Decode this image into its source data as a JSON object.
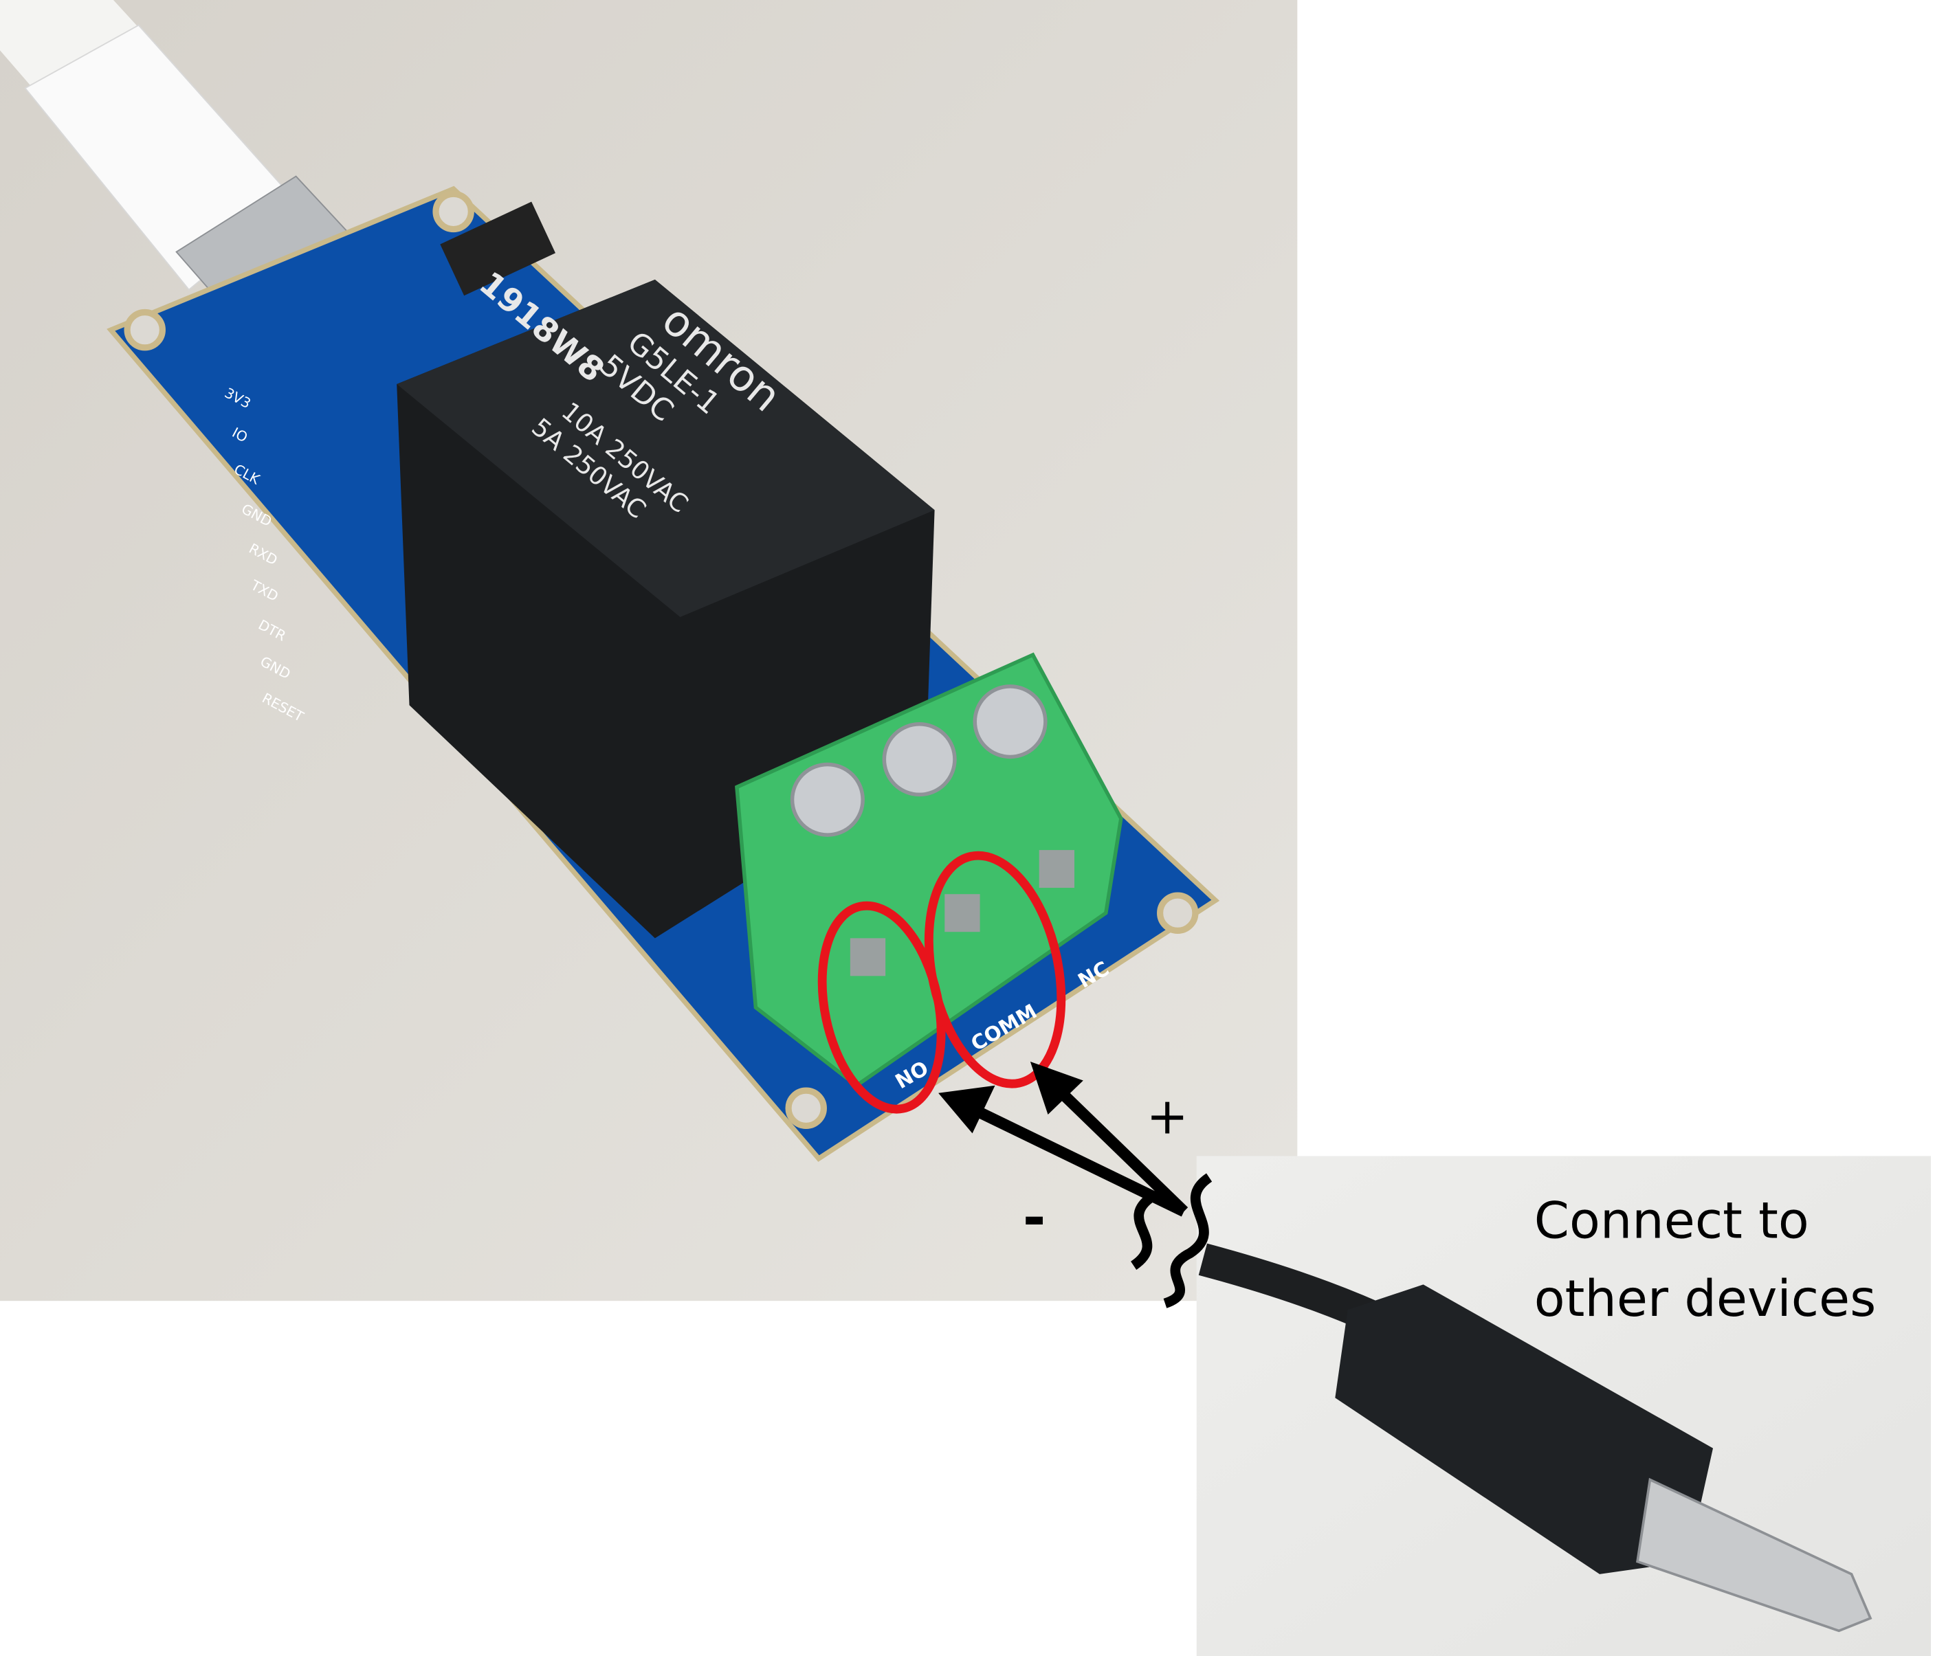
{
  "annotation": {
    "caption_line1": "Connect to",
    "caption_line2": "other devices",
    "plus_label": "+",
    "minus_label": "-",
    "highlight_color": "#e8141c",
    "arrow_color": "#000000"
  },
  "board": {
    "relay_brand": "omron",
    "relay_model": "G5LE-1",
    "relay_voltage": "5VDC",
    "relay_rating_1": "10A 250VAC",
    "relay_rating_2": "5A 250VAC",
    "relay_code": "1918W8",
    "terminal_labels": [
      "NO",
      "COMM",
      "NC"
    ],
    "pin_labels": [
      "3V3",
      "IO",
      "CLK",
      "GND",
      "RXD",
      "TXD",
      "DTR",
      "GND",
      "RESET"
    ],
    "pcb_color": "#0b4fa8",
    "terminal_color": "#3fbf6a"
  }
}
